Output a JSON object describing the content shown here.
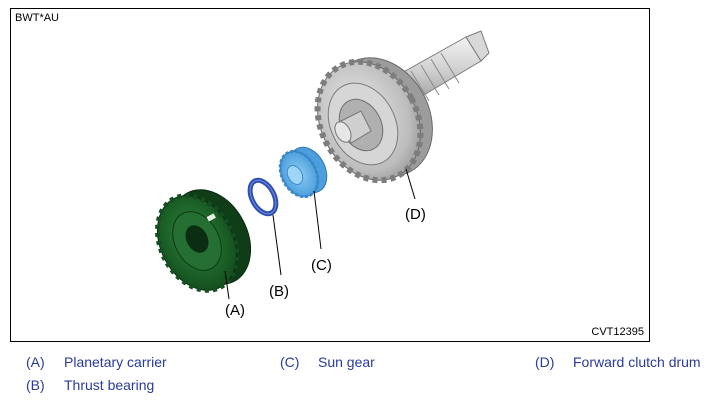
{
  "figure": {
    "code_top": "BWT*AU",
    "code_bottom": "CVT12395",
    "callouts": {
      "a": "(A)",
      "b": "(B)",
      "c": "(C)",
      "d": "(D)"
    }
  },
  "legend": [
    {
      "key": "(A)",
      "label": "Planetary carrier"
    },
    {
      "key": "(B)",
      "label": "Thrust bearing"
    },
    {
      "key": "(C)",
      "label": "Sun gear"
    },
    {
      "key": "(D)",
      "label": "Forward clutch drum"
    }
  ],
  "colors": {
    "carrier": "#1f6a2a",
    "bearing": "#2f4fb0",
    "sun_gear": "#5aaee8",
    "drum": "#b8b8b8",
    "legend_text": "#2a3a9a"
  },
  "icons": {
    "carrier": "planetary-carrier-icon",
    "bearing": "thrust-bearing-icon",
    "sun_gear": "sun-gear-icon",
    "drum": "forward-clutch-drum-icon"
  }
}
